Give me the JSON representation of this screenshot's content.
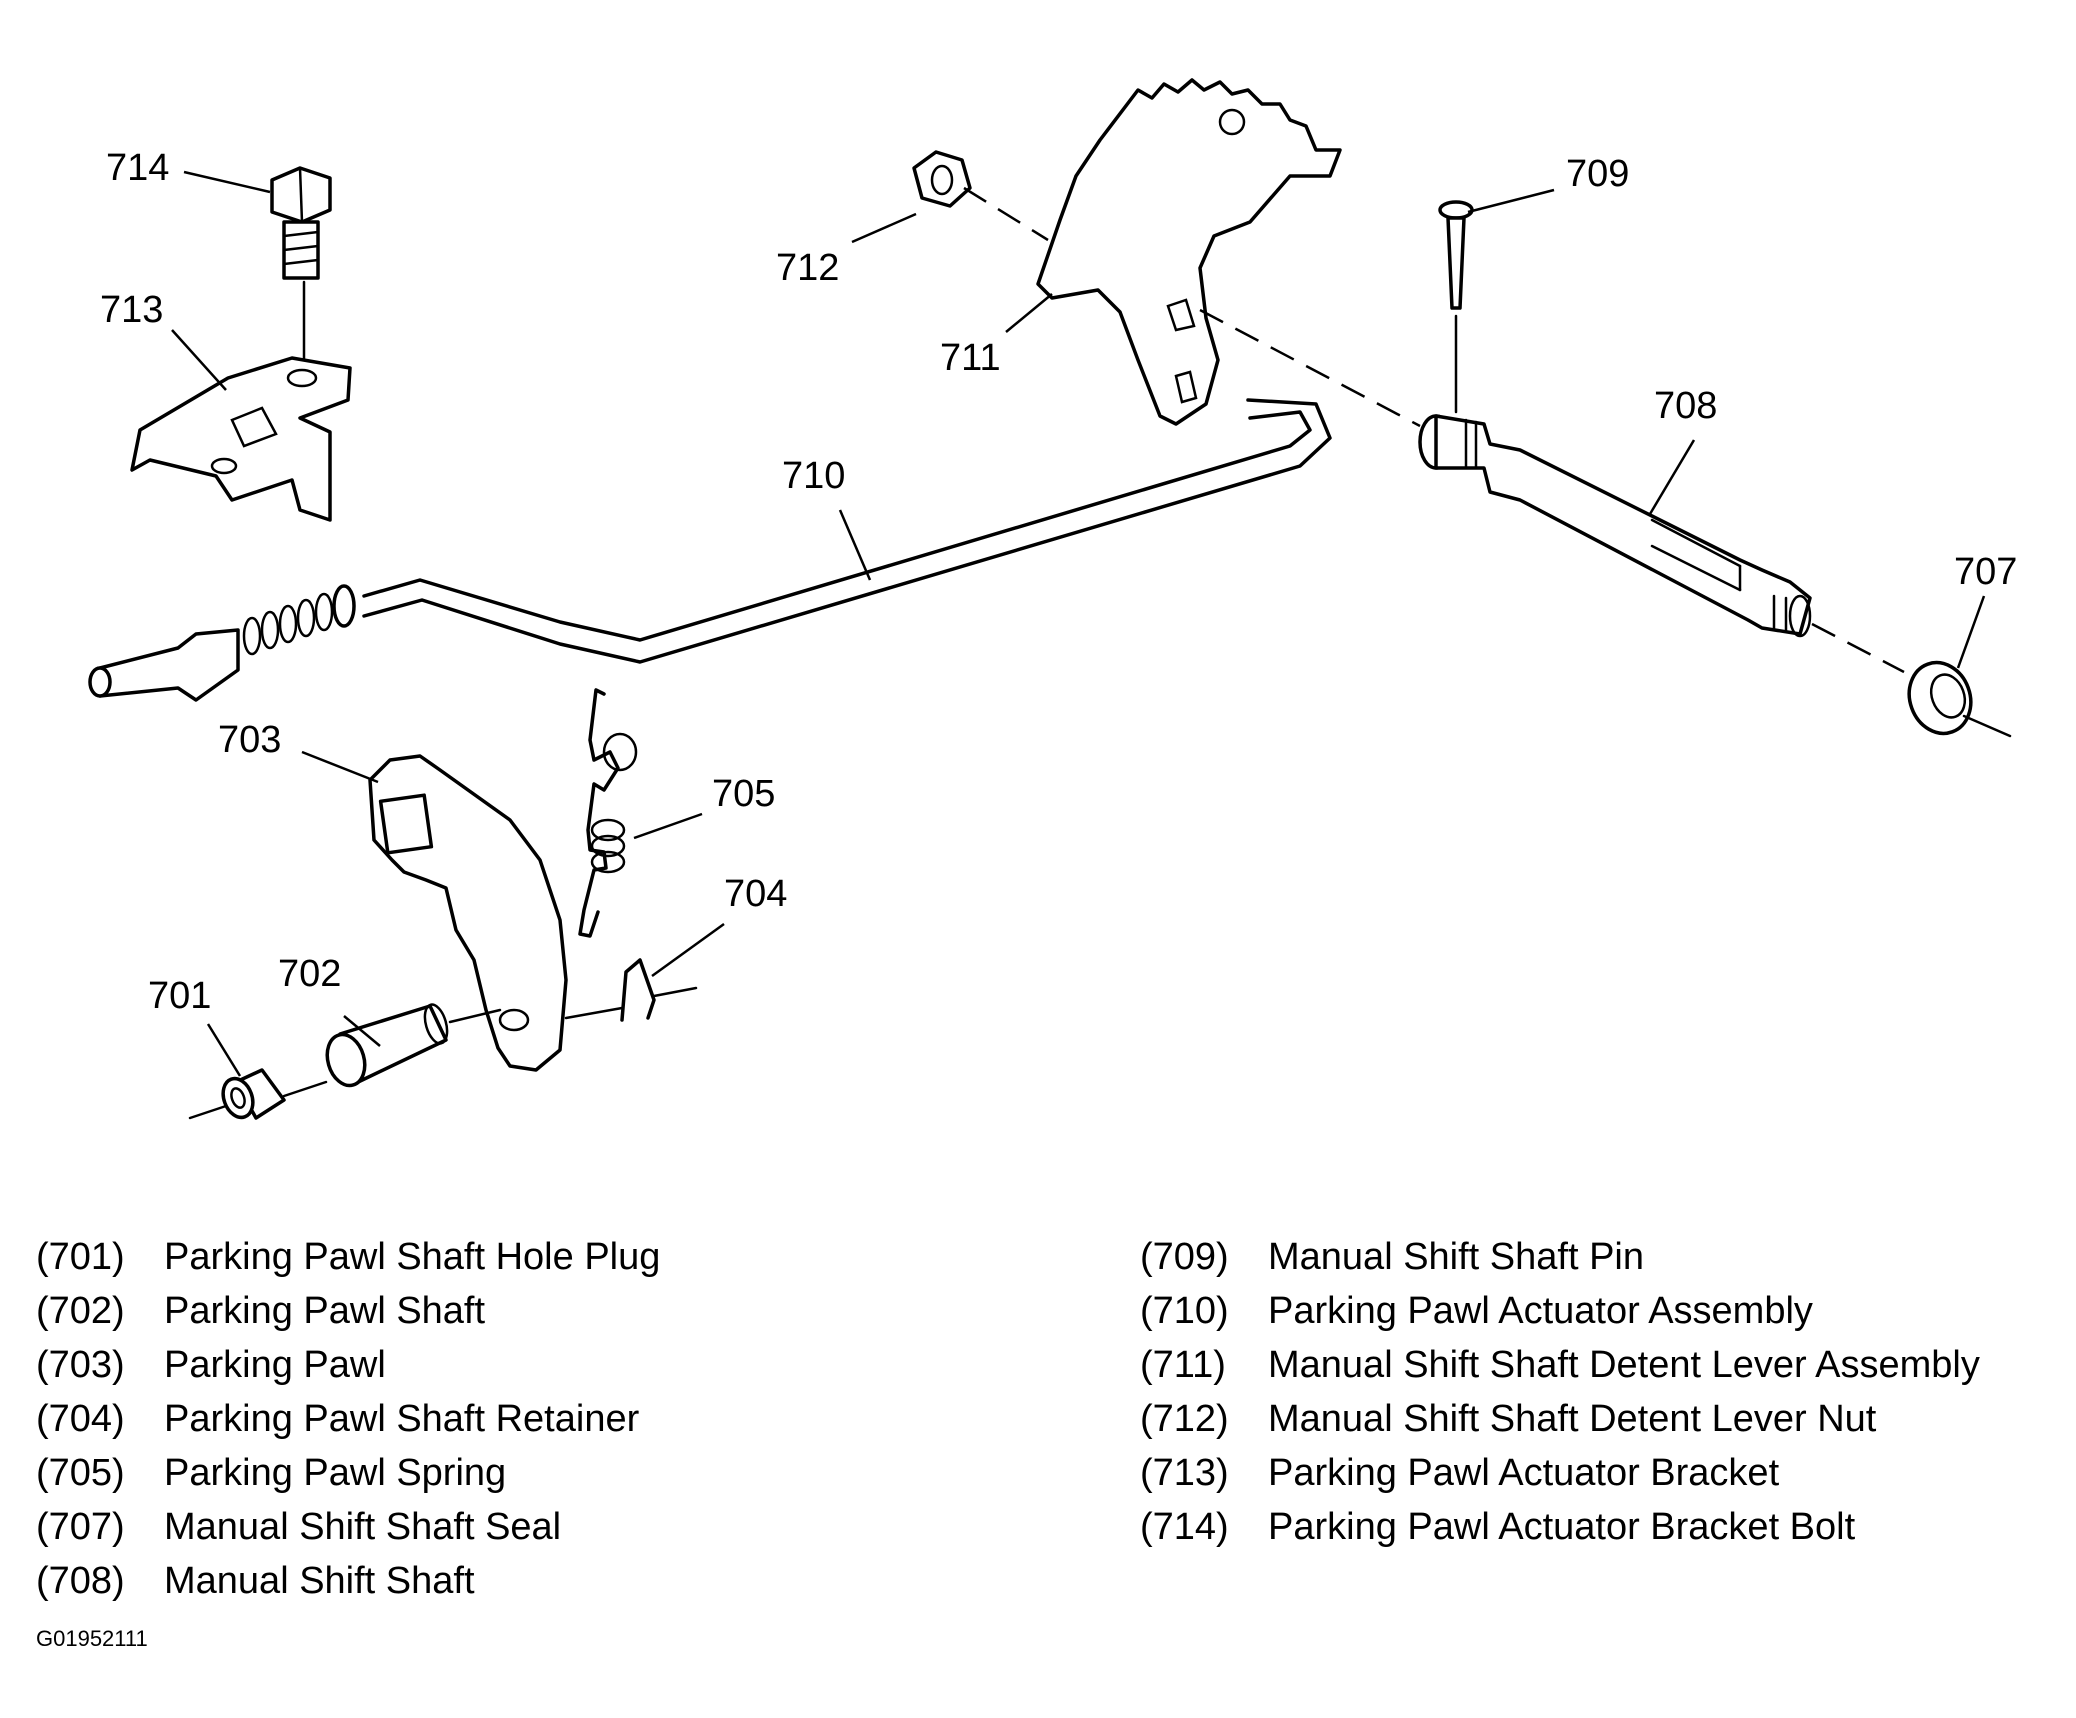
{
  "callouts": {
    "c701": "701",
    "c702": "702",
    "c703": "703",
    "c704": "704",
    "c705": "705",
    "c707": "707",
    "c708": "708",
    "c709": "709",
    "c710": "710",
    "c711": "711",
    "c712": "712",
    "c713": "713",
    "c714": "714"
  },
  "legend": {
    "left": [
      {
        "code": "(701)",
        "desc": "Parking Pawl Shaft Hole Plug"
      },
      {
        "code": "(702)",
        "desc": "Parking Pawl Shaft"
      },
      {
        "code": "(703)",
        "desc": "Parking Pawl"
      },
      {
        "code": "(704)",
        "desc": "Parking Pawl Shaft Retainer"
      },
      {
        "code": "(705)",
        "desc": "Parking Pawl Spring"
      },
      {
        "code": "(707)",
        "desc": "Manual Shift Shaft Seal"
      },
      {
        "code": "(708)",
        "desc": "Manual Shift Shaft"
      }
    ],
    "right": [
      {
        "code": "(709)",
        "desc": "Manual Shift Shaft Pin"
      },
      {
        "code": "(710)",
        "desc": "Parking Pawl Actuator Assembly"
      },
      {
        "code": "(711)",
        "desc": "Manual Shift Shaft Detent Lever Assembly"
      },
      {
        "code": "(712)",
        "desc": "Manual Shift Shaft Detent Lever Nut"
      },
      {
        "code": "(713)",
        "desc": "Parking Pawl Actuator Bracket"
      },
      {
        "code": "(714)",
        "desc": "Parking Pawl Actuator Bracket Bolt"
      }
    ]
  },
  "figure_id": "G01952111"
}
